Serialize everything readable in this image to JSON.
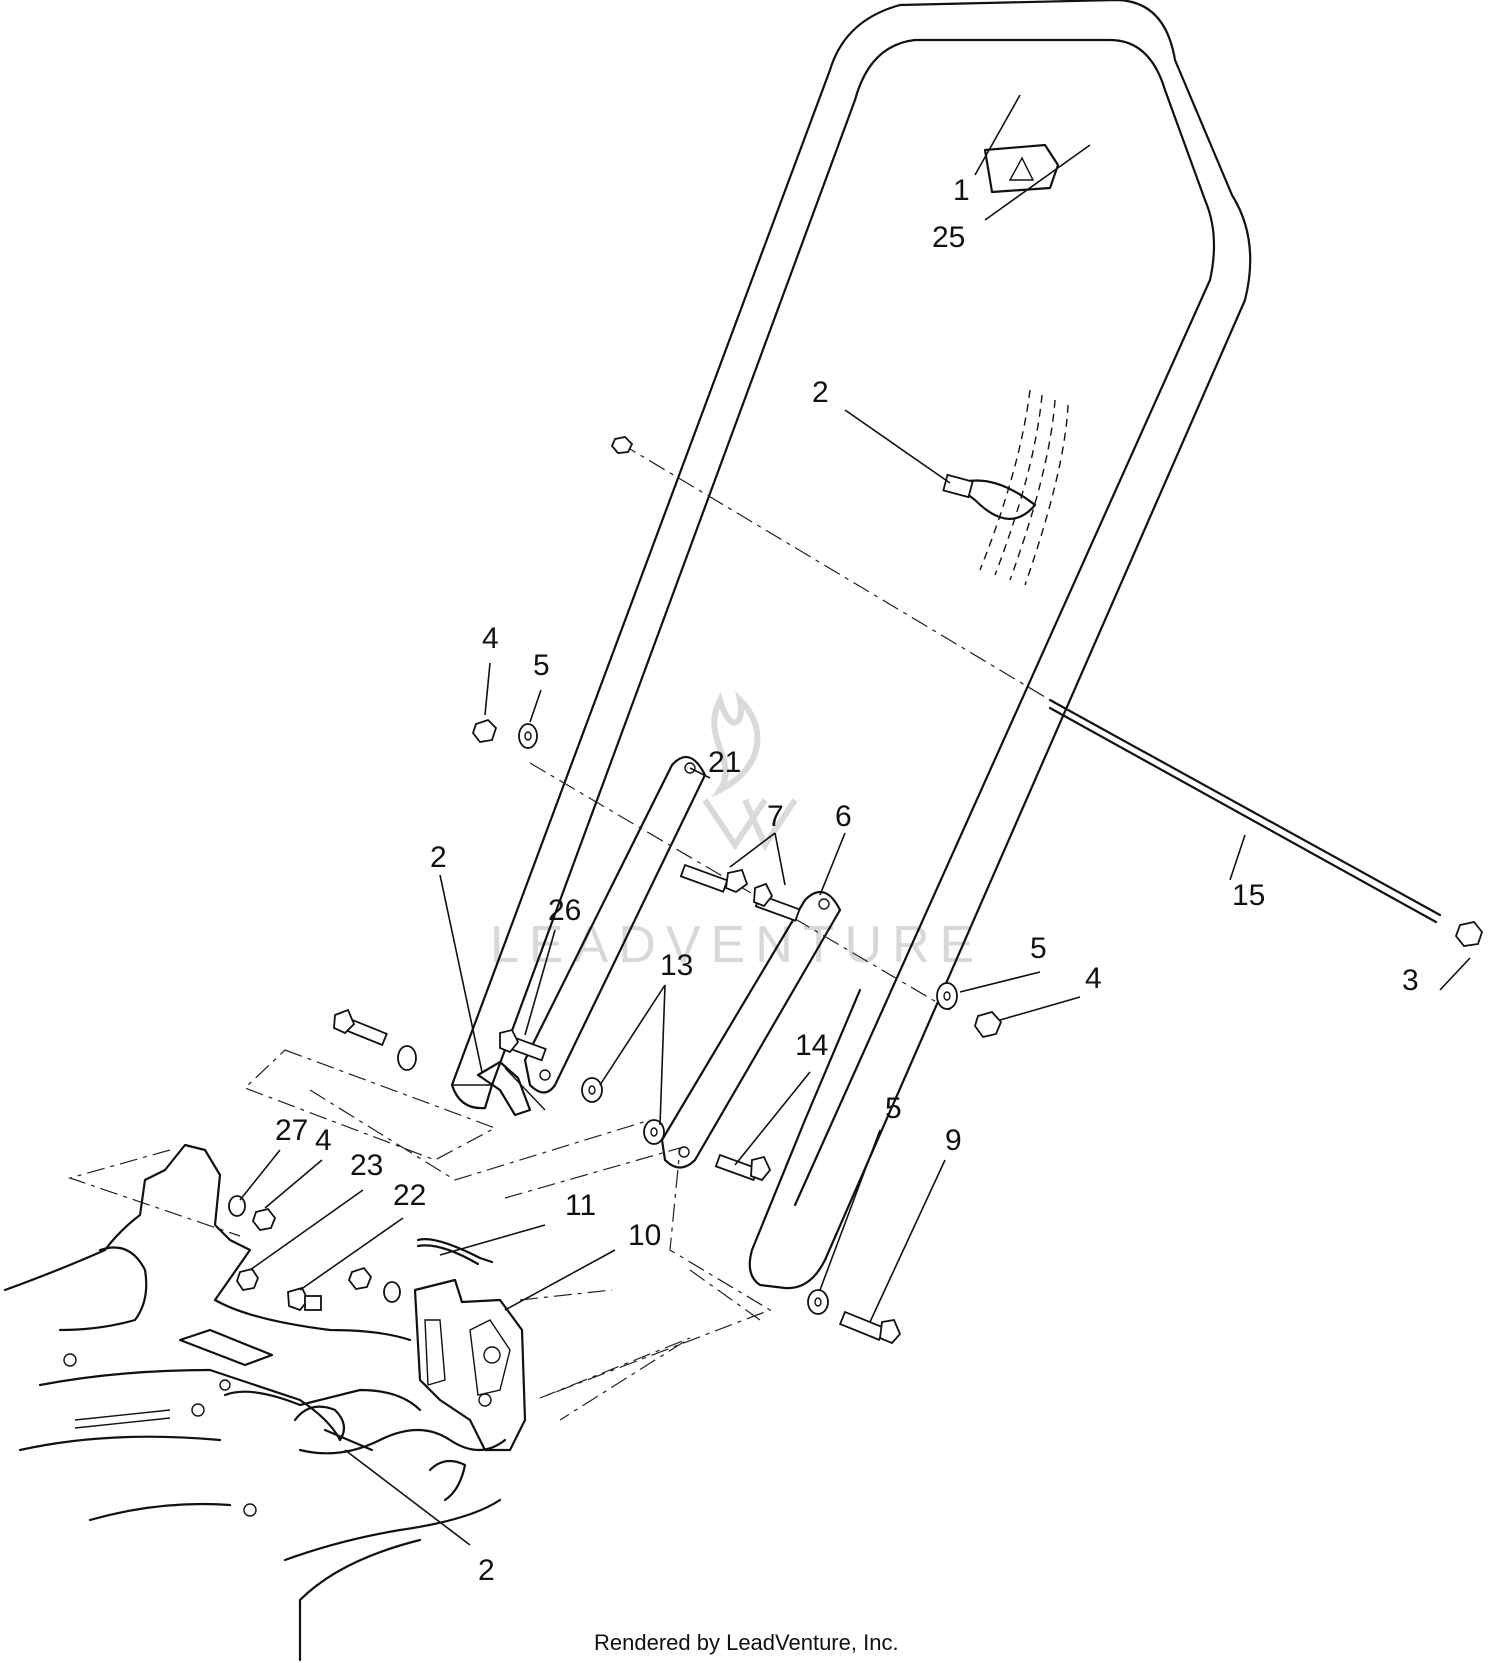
{
  "watermark": "LEADVENTURE",
  "credit": "Rendered by LeadVenture, Inc.",
  "callouts": [
    {
      "id": "c1",
      "text": "1"
    },
    {
      "id": "c25",
      "text": "25"
    },
    {
      "id": "c2a",
      "text": "2"
    },
    {
      "id": "c4a",
      "text": "4"
    },
    {
      "id": "c5a",
      "text": "5"
    },
    {
      "id": "c21",
      "text": "21"
    },
    {
      "id": "c7",
      "text": "7"
    },
    {
      "id": "c6",
      "text": "6"
    },
    {
      "id": "c2b",
      "text": "2"
    },
    {
      "id": "c26",
      "text": "26"
    },
    {
      "id": "c13",
      "text": "13"
    },
    {
      "id": "c15",
      "text": "15"
    },
    {
      "id": "c5b",
      "text": "5"
    },
    {
      "id": "c4b",
      "text": "4"
    },
    {
      "id": "c3",
      "text": "3"
    },
    {
      "id": "c14",
      "text": "14"
    },
    {
      "id": "c27",
      "text": "27"
    },
    {
      "id": "c4c",
      "text": "4"
    },
    {
      "id": "c23",
      "text": "23"
    },
    {
      "id": "c22",
      "text": "22"
    },
    {
      "id": "c11",
      "text": "11"
    },
    {
      "id": "c10",
      "text": "10"
    },
    {
      "id": "c5c",
      "text": "5"
    },
    {
      "id": "c9",
      "text": "9"
    },
    {
      "id": "c2c",
      "text": "2"
    }
  ]
}
